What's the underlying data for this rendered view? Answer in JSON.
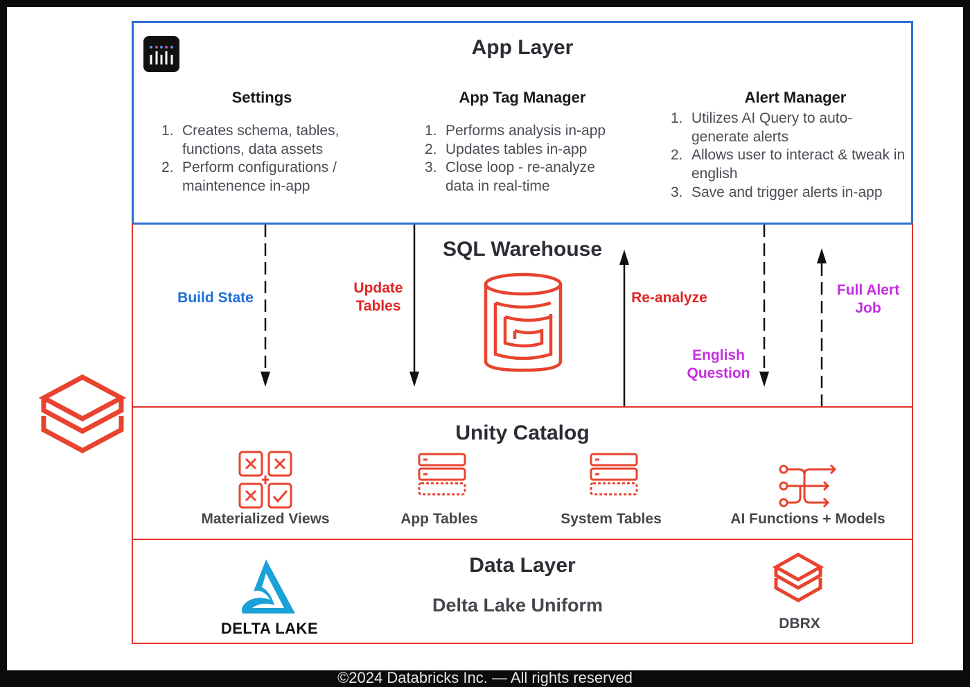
{
  "app_layer": {
    "title": "App Layer",
    "columns": [
      {
        "title": "Settings",
        "items": [
          "Creates schema, tables, functions, data assets",
          "Perform configurations / maintenence in-app"
        ]
      },
      {
        "title": "App Tag Manager",
        "items": [
          "Performs analysis in-app",
          "Updates tables in-app",
          "Close loop - re-analyze data in real-time"
        ]
      },
      {
        "title": "Alert Manager",
        "items": [
          "Utilizes AI Query to auto-generate alerts",
          "Allows user to interact & tweak in english",
          "Save and trigger alerts in-app"
        ]
      }
    ]
  },
  "sql_warehouse": {
    "title": "SQL Warehouse",
    "arrows": {
      "build_state": "Build State",
      "update_tables_1": "Update",
      "update_tables_2": "Tables",
      "re_analyze": "Re-analyze",
      "english_question_1": "English",
      "english_question_2": "Question",
      "full_alert_job_1": "Full Alert",
      "full_alert_job_2": "Job"
    }
  },
  "unity_catalog": {
    "title": "Unity Catalog",
    "items": [
      "Materialized Views",
      "App Tables",
      "System Tables",
      "AI Functions + Models"
    ]
  },
  "data_layer": {
    "title": "Data Layer",
    "subtitle": "Delta Lake Uniform",
    "delta_lake_logo_text": "DELTA LAKE",
    "dbrx_label": "DBRX"
  },
  "footer_text": "©2024 Databricks Inc. — All rights reserved",
  "colors": {
    "app_border": "#2b6fd6",
    "layer_border": "#e0362a",
    "build_state": "#1d6fd8",
    "red_label": "#e02424",
    "purple_label": "#c42ee0",
    "delta_blue": "#1aa1d8"
  }
}
